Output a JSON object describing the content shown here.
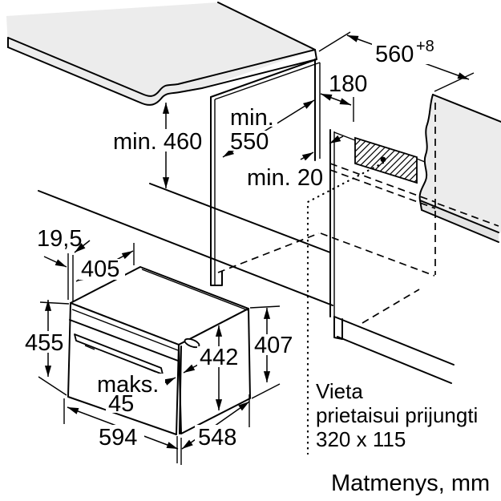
{
  "figure": {
    "unit_note": "Matmenys, mm",
    "connection_area": {
      "line1": "Vieta",
      "line2": "prietaisui prijungti",
      "line3": "320 x 115"
    },
    "dimensions": {
      "niche_width": "560",
      "niche_width_tolerance": "+8",
      "recess_depth": "180",
      "niche_height": "min. 460",
      "niche_depth_word": "min.",
      "niche_depth_value": "550",
      "rear_gap": "min. 20",
      "front_frame": "19,5",
      "top_depth": "405",
      "front_height": "455",
      "body_height": "442",
      "side_height": "407",
      "door_protrusion_word": "maks.",
      "door_protrusion_value": "45",
      "appliance_width": "594",
      "appliance_depth": "548"
    },
    "colors": {
      "line": "#000000",
      "panel_fill": "#ececec",
      "background": "#ffffff"
    }
  }
}
